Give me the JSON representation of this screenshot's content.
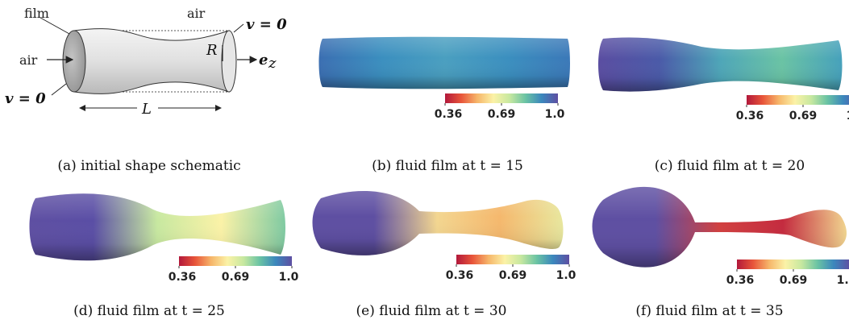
{
  "schematic": {
    "labels": {
      "film": "film",
      "air_top": "air",
      "air_left": "air",
      "v_right": "v = 0",
      "v_left": "v = 0",
      "R": "R",
      "ez": "e",
      "ez_sub": "z",
      "L": "L"
    },
    "colors": {
      "body_light": "#f2f2f2",
      "body_dark": "#bdbdbd",
      "end_cap": "#a9a9a9"
    }
  },
  "captions": [
    "(a) initial shape schematic",
    "(b) fluid film at t = 15",
    "(c) fluid film at t = 20",
    "(d) fluid film at t = 25",
    "(e) fluid film at t = 30",
    "(f) fluid film at t = 35"
  ],
  "colorbar": {
    "ticks": [
      "0.36",
      "0.69",
      "1.0"
    ],
    "stops": [
      "#b2183b",
      "#e8553a",
      "#f6b66a",
      "#fbf2a7",
      "#c7e8a0",
      "#6ac3a4",
      "#3b87bd",
      "#5e4fa2"
    ]
  },
  "films": [
    {
      "time": "15",
      "colors": [
        "#3b6fb2",
        "#3b8fbf",
        "#4a9fc0",
        "#3b8fbf",
        "#3b78b8"
      ]
    },
    {
      "time": "20",
      "colors": [
        "#5a4da1",
        "#4a5aa8",
        "#4ea6b8",
        "#6ac3a4",
        "#45a0bc"
      ]
    },
    {
      "time": "25",
      "colors": [
        "#5e4fa2",
        "#5a4ea5",
        "#c7e8a0",
        "#fbf2a7",
        "#7fcaa2"
      ]
    },
    {
      "time": "30",
      "colors": [
        "#5e4fa2",
        "#5e4fa2",
        "#f3d690",
        "#f5b86d",
        "#e8e79e"
      ]
    },
    {
      "time": "35",
      "colors": [
        "#5e4fa2",
        "#5e4fa2",
        "#d13f3f",
        "#c42a3e",
        "#f1d58f"
      ]
    }
  ]
}
